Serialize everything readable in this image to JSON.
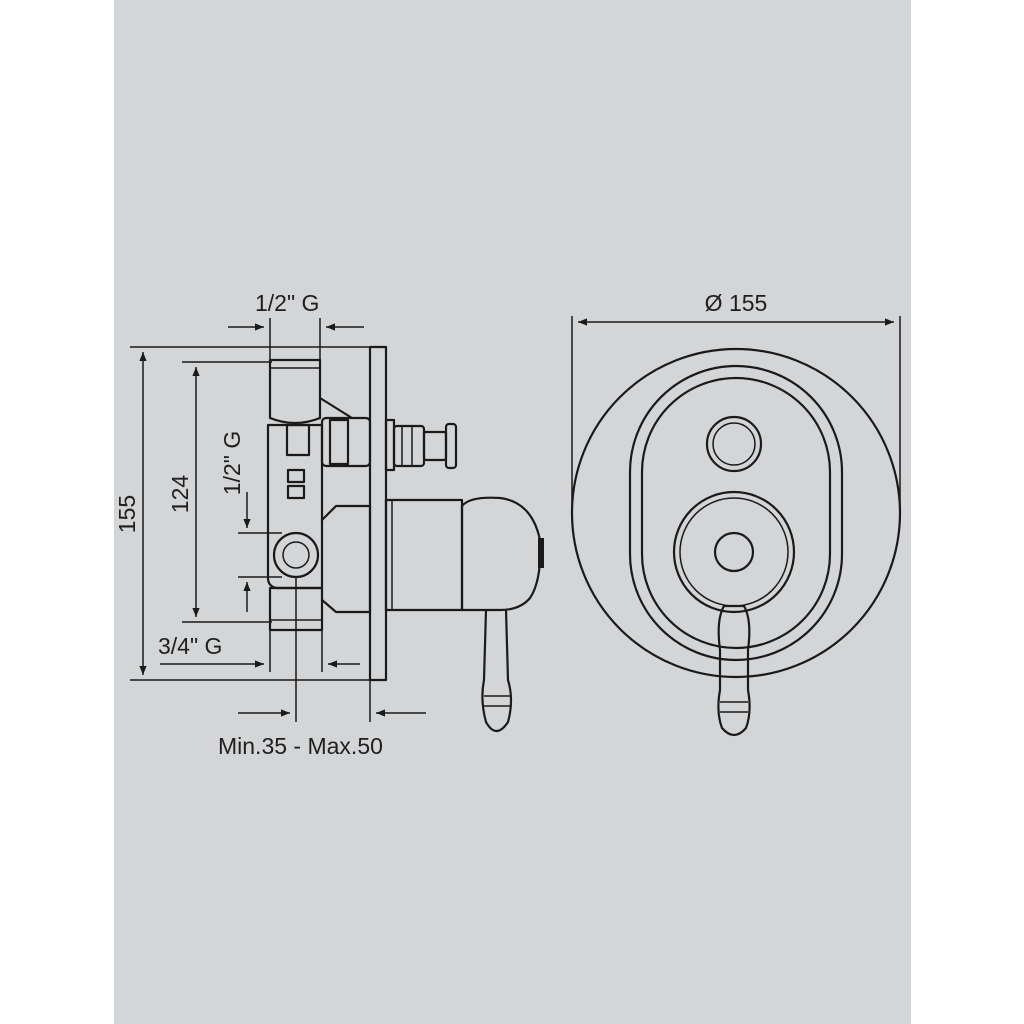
{
  "drawing": {
    "side_view": {
      "dim_top_connection": "1/2\" G",
      "dim_side_connection": "1/2\" G",
      "dim_bottom_connection": "3/4\" G",
      "dim_total_height": "155",
      "dim_inner_height": "124",
      "dim_depth": "Min.35 - Max.50"
    },
    "front_view": {
      "dim_diameter": "Ø 155"
    }
  },
  "colors": {
    "background": "#d4d5d7",
    "line": "#1a1a1a",
    "page": "#ffffff"
  }
}
